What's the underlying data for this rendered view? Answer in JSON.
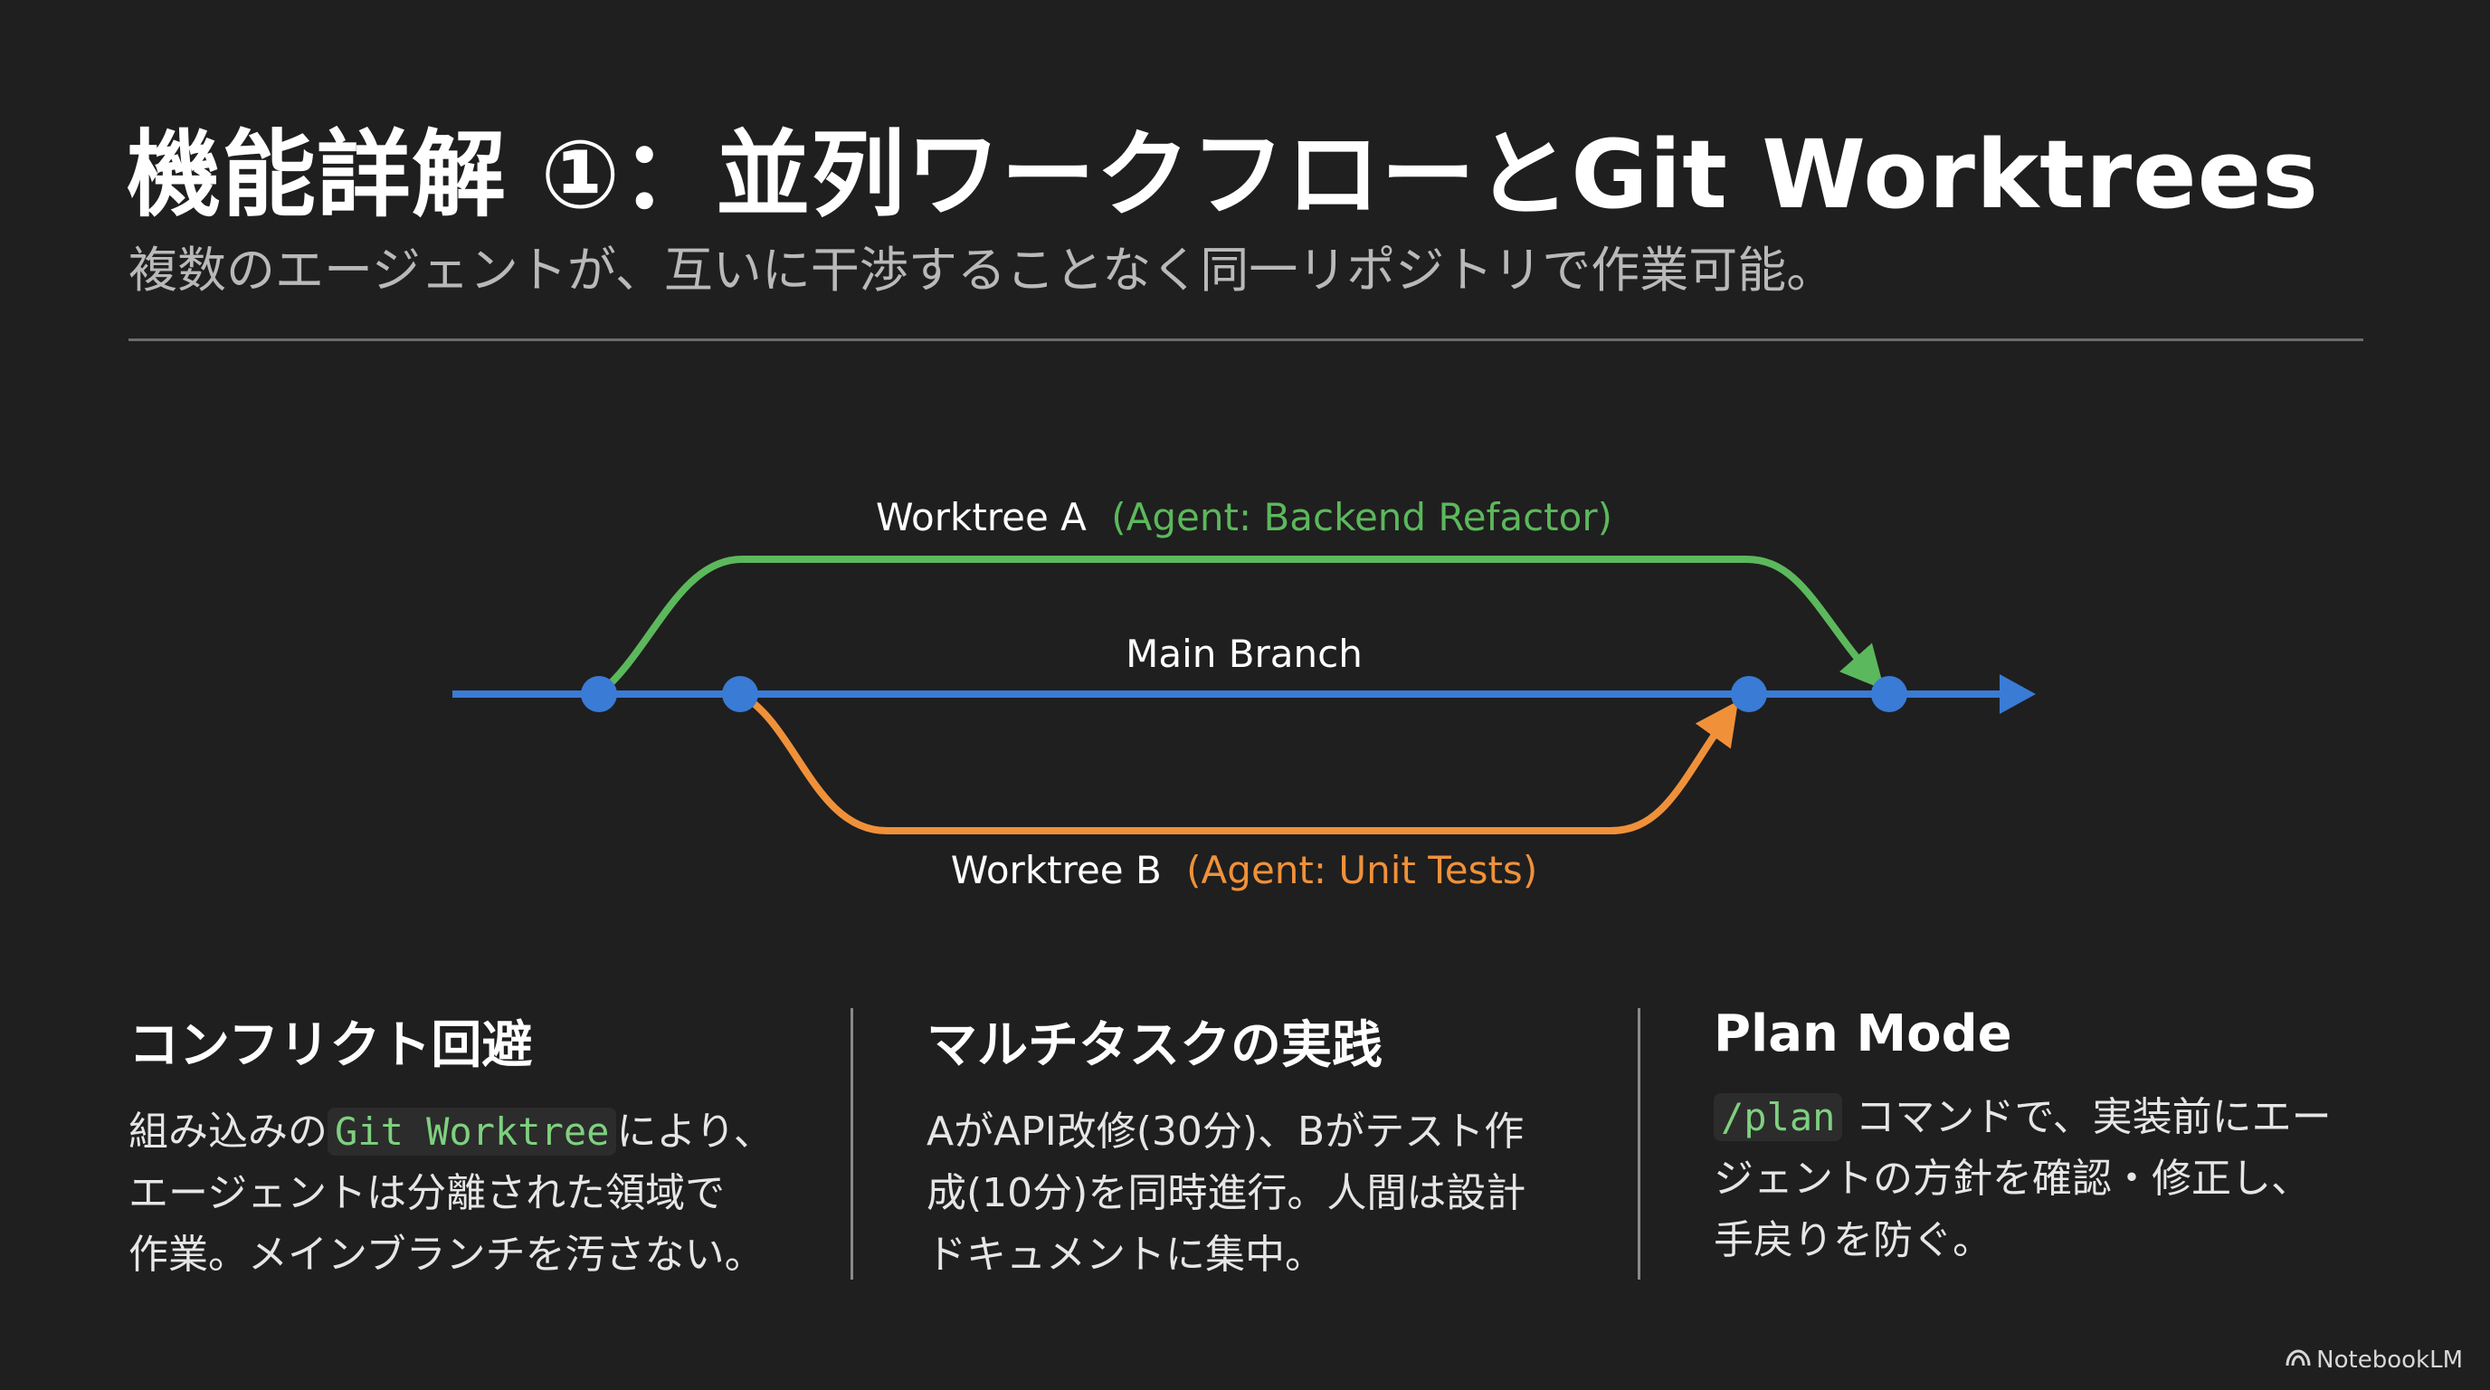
{
  "title": "機能詳解 ①：並列ワークフローとGit Worktrees",
  "subtitle": "複数のエージェントが、互いに干渉することなく同一リポジトリで作業可能。",
  "diagram": {
    "worktree_a_label": "Worktree A",
    "worktree_a_agent": "(Agent: Backend Refactor)",
    "main_label": "Main Branch",
    "worktree_b_label": "Worktree B",
    "worktree_b_agent": "(Agent: Unit Tests)",
    "colors": {
      "main": "#3a7bd5",
      "worktree_a": "#5cb85c",
      "worktree_b": "#f0913a"
    }
  },
  "columns": [
    {
      "heading": "コンフリクト回避",
      "text_pre": "組み込みの",
      "code": "Git Worktree",
      "text_post": "により、\nエージェントは分離された領域で\n作業。メインブランチを汚さない。"
    },
    {
      "heading": "マルチタスクの実践",
      "text": "AがAPI改修(30分)、Bがテスト作\n成(10分)を同時進行。人間は設計\nドキュメントに集中。"
    },
    {
      "heading": "Plan Mode",
      "code": "/plan",
      "text_post": "コマンドで、実装前にエー\nジェントの方針を確認・修正し、\n手戻りを防ぐ。"
    }
  ],
  "brand": {
    "name": "NotebookLM",
    "icon": "notebooklm-logo-icon"
  }
}
